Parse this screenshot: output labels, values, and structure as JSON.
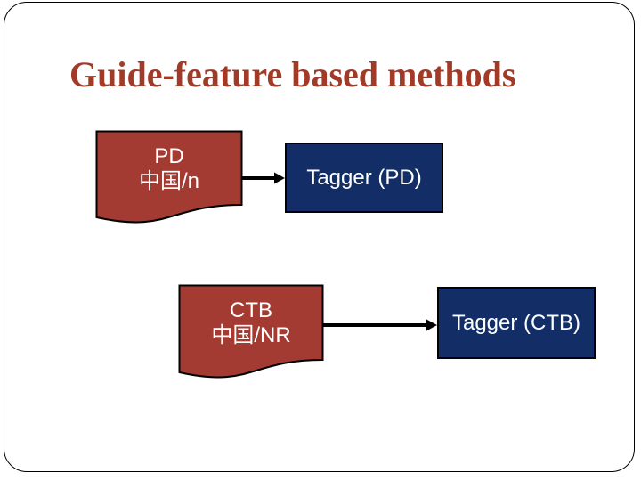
{
  "slide": {
    "title": "Guide-feature based methods",
    "colors": {
      "title": "#A23A28",
      "document_fill": "#A33B33",
      "tagger_fill": "#132E66",
      "arrow": "#000000",
      "shape_text": "#FFFFFF",
      "background": "#FFFFFF",
      "frame_border": "#000000"
    },
    "diagram": {
      "rows": [
        {
          "document": {
            "label": "PD",
            "sublabel": "中国/n"
          },
          "tagger": {
            "label": "Tagger (PD)"
          }
        },
        {
          "document": {
            "label": "CTB",
            "sublabel": "中国/NR"
          },
          "tagger": {
            "label": "Tagger (CTB)"
          }
        }
      ]
    }
  }
}
